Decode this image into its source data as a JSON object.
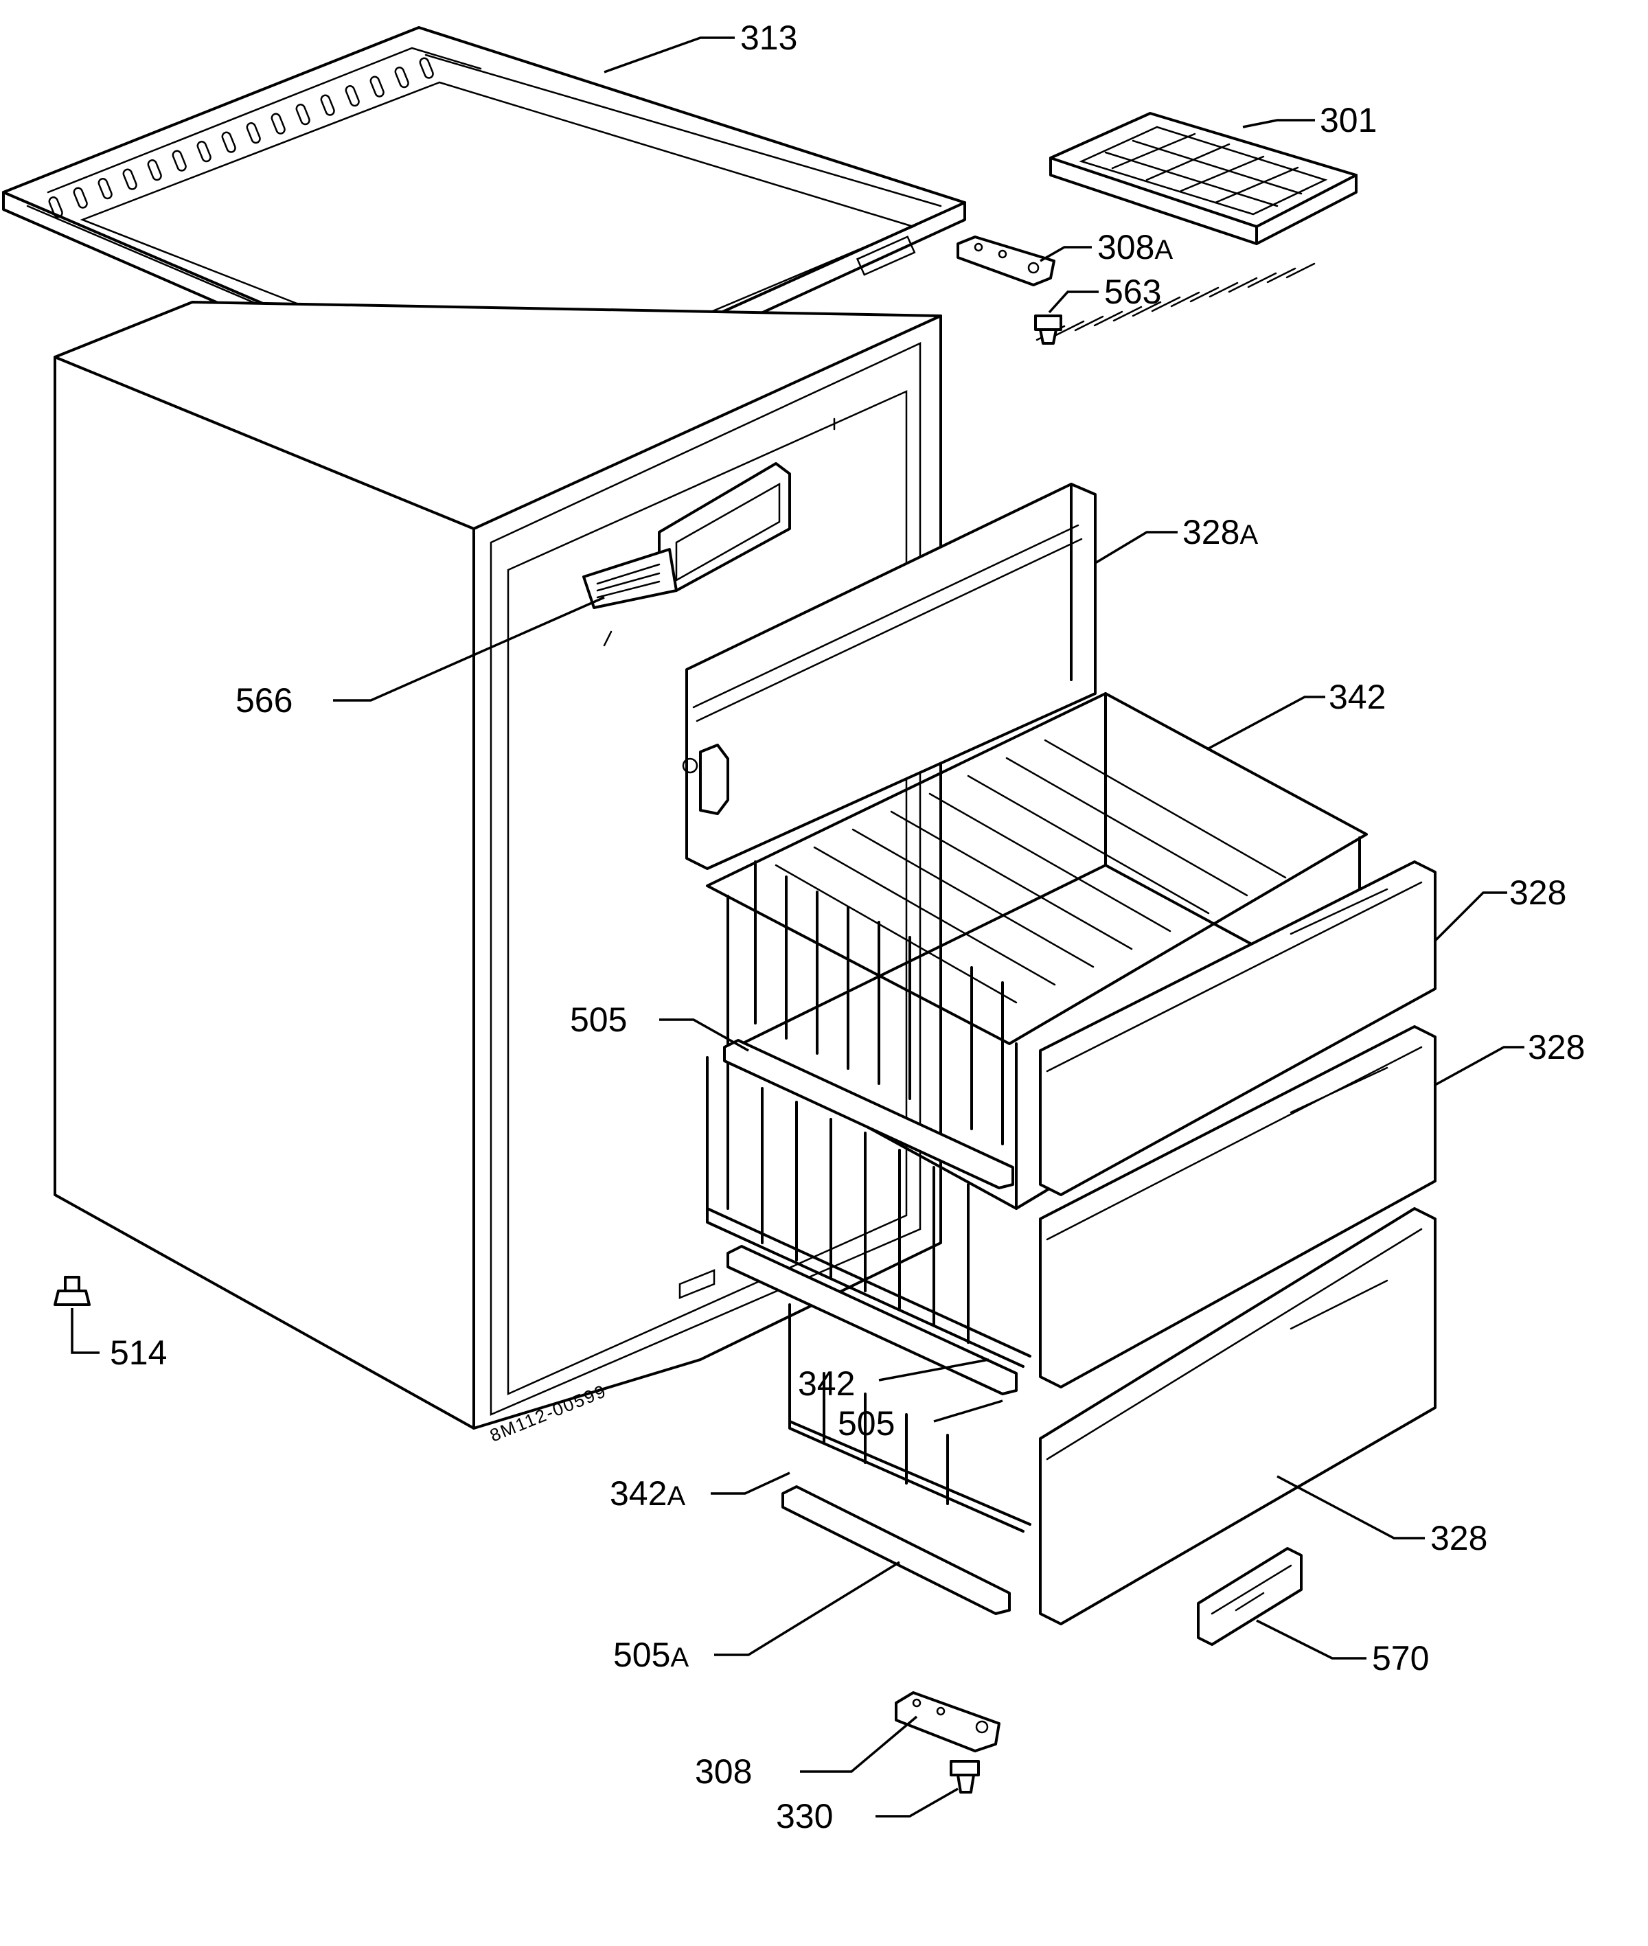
{
  "labels": {
    "p313": "313",
    "p301": "301",
    "p308a": "308",
    "p308a_suffix": "A",
    "p563": "563",
    "p328a": "328",
    "p328a_suffix": "A",
    "p566": "566",
    "p342_top": "342",
    "p328_1": "328",
    "p328_2": "328",
    "p505_top": "505",
    "p514": "514",
    "p342_mid": "342",
    "p505_mid": "505",
    "p342a": "342",
    "p342a_suffix": "A",
    "p328_3": "328",
    "p505a": "505",
    "p505a_suffix": "A",
    "p570": "570",
    "p308": "308",
    "p330": "330"
  },
  "stamp": "8M112-00599"
}
